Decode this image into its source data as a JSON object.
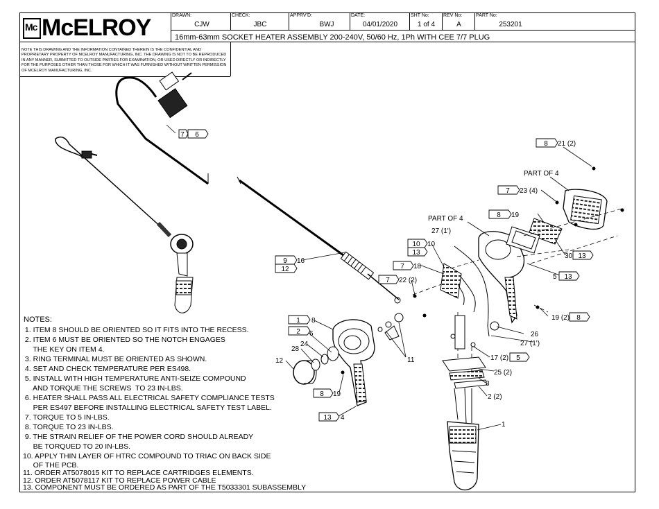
{
  "title_block": {
    "company": "McELROY",
    "logo_mark": "Mc",
    "drawn_label": "DRAWN:",
    "drawn": "CJW",
    "check_label": "CHECK:",
    "check": "JBC",
    "apprvd_label": "APPRV'D:",
    "apprvd": "BWJ",
    "date_label": "DATE:",
    "date": "04/01/2020",
    "sheet_label": "SHT No:",
    "sheet": "1 of 4",
    "rev_label": "REV No:",
    "rev": "A",
    "part_label": "PART No:",
    "part": "253201",
    "title": "16mm-63mm SOCKET HEATER ASSEMBLY 200-240V, 50/60 Hz, 1Ph WITH CEE 7/7 PLUG",
    "notice": "NOTE THIS DRAWING AND THE INFORMATION CONTAINED THEREIN IS THE CONFIDENTIAL AND PROPRIETARY PROPERTY OF McElroy Manufacturing, Inc. THE DRAWING IS NOT TO BE REPRODUCED IN ANY MANNER, SUBMITTED TO OUTSIDE PARTIES FOR EXAMINATION, OR USED DIRECTLY OR INDIRECTLY FOR THE PURPOSES OTHER THAN THOSE FOR WHICH IT WAS FURNISHED WITHOUT WRITTEN PERMISSION OF McElroy Manufacturing, Inc."
  },
  "notes": {
    "heading": "NOTES:",
    "lines": [
      " 1. ITEM 8 SHOULD BE ORIENTED SO IT FITS INTO THE RECESS.",
      " 2. ITEM 6 MUST BE ORIENTED SO THE NOTCH ENGAGES",
      "     THE KEY ON ITEM 4.",
      " 3. RING TERMINAL MUST BE ORIENTED AS SHOWN.",
      " 4. SET AND CHECK TEMPERATURE PER ES498.",
      " 5. INSTALL WITH HIGH TEMPERATURE ANTI-SEIZE COMPOUND",
      "     AND TORQUE THE SCREWS  TO 23 IN-LBS.",
      " 6. HEATER SHALL PASS ALL ELECTRICAL SAFETY COMPLIANCE TESTS",
      "     PER ES497 BEFORE INSTALLING ELECTRICAL SAFETY TEST LABEL.",
      " 7. TORQUE TO 5 IN-LBS.",
      " 8. TORQUE TO 23 IN-LBS.",
      " 9. THE STRAIN RELIEF OF THE POWER CORD SHOULD ALREADY",
      "     BE TORQUED TO 20 IN-LBS.",
      "10. APPLY THIN LAYER OF HTRC COMPOUND TO TRIAC ON BACK SIDE",
      "     OF THE PCB.",
      "11. ORDER AT5078015 KIT TO REPLACE CARTRIDGES ELEMENTS.",
      "12. ORDER AT5078117 KIT TO REPLACE POWER CABLE",
      "13. COMPONENT MUST BE ORDERED AS PART OF THE T5033301 SUBASSEMBLY"
    ]
  },
  "callouts": {
    "c7a": "7",
    "c6a": "6",
    "c8_21": "8",
    "i21": "21 (2)",
    "part_of_4_a": "PART OF 4",
    "c7_23": "7",
    "i23": "23 (4)",
    "c8_19a": "8",
    "i19a": "19",
    "part_of_4_b": "PART OF 4",
    "i27a": "27 (1')",
    "c10": "10",
    "i10": "10",
    "c13a": "13",
    "c7_18": "7",
    "i18": "18",
    "c7_22": "7",
    "i22": "22 (2)",
    "c9": "9",
    "i16": "16",
    "c12a": "12",
    "i30": "30",
    "c13b": "13",
    "i5": "5",
    "c13c": "13",
    "i19b": "19 (2)",
    "c8b": "8",
    "i26": "26",
    "i27b": "27 (1')",
    "c1": "1",
    "i8": "8",
    "c2": "2",
    "i6": "6",
    "i24": "24",
    "i28": "28",
    "i12": "12",
    "i11": "11",
    "i17": "17 (2)",
    "c5": "5",
    "i25": "25 (2)",
    "i3": "3",
    "i2": "2  (2)",
    "c8c": "8",
    "i19c": "19",
    "c13d": "13",
    "i4": "4",
    "i1": "1"
  }
}
